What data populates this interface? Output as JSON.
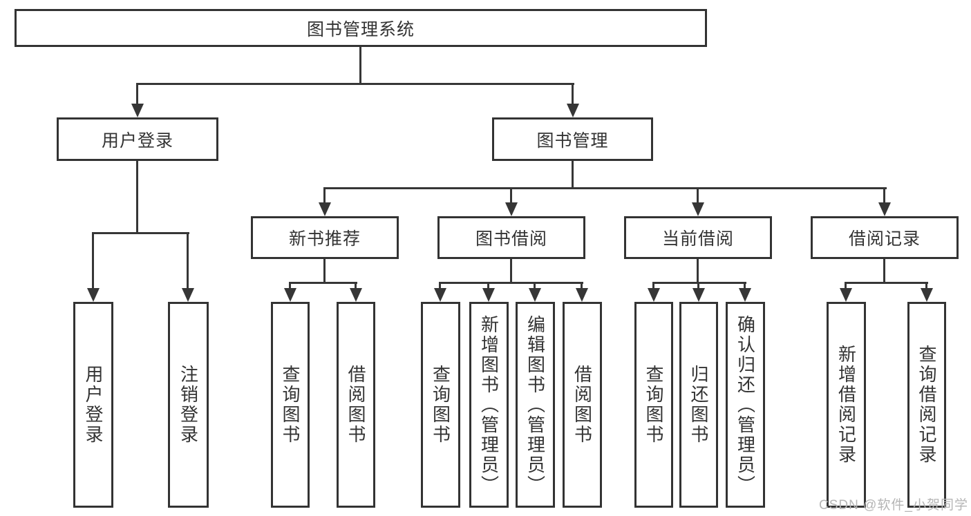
{
  "root_label": "图书管理系统",
  "level2": [
    "用户登录",
    "图书管理"
  ],
  "level3": [
    "新书推荐",
    "图书借阅",
    "当前借阅",
    "借阅记录"
  ],
  "leaves": {
    "user": [
      "用户登录",
      "注销登录"
    ],
    "recommend": [
      "查询图书",
      "借阅图书"
    ],
    "borrow": [
      "查询图书",
      "新增图书（管理员）",
      "编辑图书（管理员）",
      "借阅图书"
    ],
    "current": [
      "查询图书",
      "归还图书",
      "确认归还（管理员）"
    ],
    "records": [
      "新增借阅记录",
      "查询借阅记录"
    ]
  },
  "watermark": "CSDN @软件_小贺同学",
  "colors": {
    "line": "#363636",
    "border": "#333333",
    "text": "#333333",
    "watermark": "#b5b5b5",
    "background": "#ffffff"
  }
}
